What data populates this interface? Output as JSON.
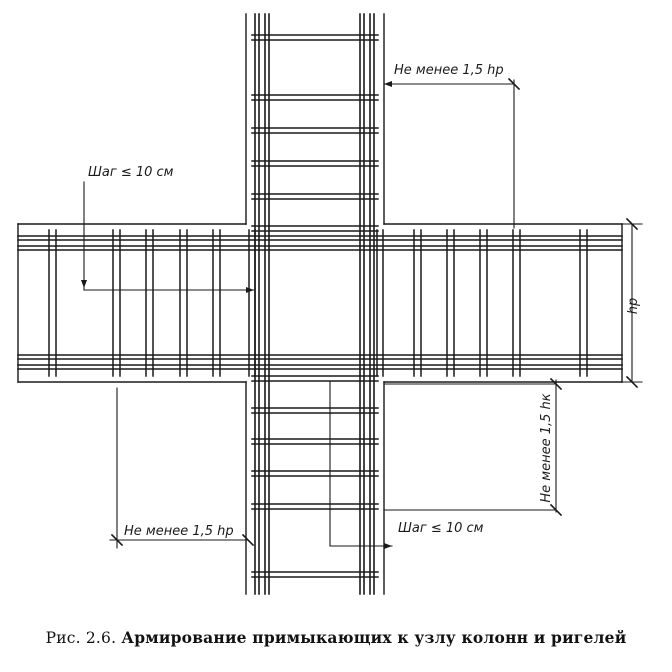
{
  "labels": {
    "column_min_top": "Не менее 1,5 hp",
    "step_top": "Шаг ≤ 10 см",
    "beam_height": "hp",
    "column_min_right": "Не менее 1,5 hк",
    "column_min_bottom": "Не менее 1,5 hp",
    "step_bottom": "Шаг ≤ 10 см"
  },
  "caption": {
    "prefix": "Рис. 2.6.",
    "text": "Армирование примыкающих к узлу колонн и ригелей"
  },
  "colors": {
    "ink": "#1a1a1a",
    "paper": "#ffffff"
  }
}
